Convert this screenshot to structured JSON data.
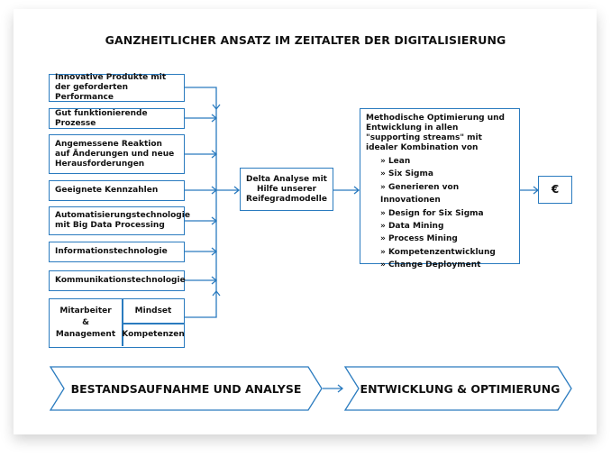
{
  "title": "GANZHEITLICHER ANSATZ IM ZEITALTER DER DIGITALISIERUNG",
  "inputs": [
    "Innovative Produkte mit der geforderten Performance",
    "Gut funktionierende Prozesse",
    "Angemessene Reaktion auf Änderungen und neue Herausforderungen",
    "Geeignete Kennzahlen",
    "Automatisierungstechnologie mit Big Data Processing",
    "Informationstechnologie",
    "Kommunikationstechnologie"
  ],
  "people_box": {
    "left": "Mitarbeiter & Management",
    "left_lines": [
      "Mitarbeiter",
      "&",
      "Management"
    ],
    "top_right": "Mindset",
    "bottom_right": "Kompetenzen"
  },
  "delta_box": "Delta Analyse mit Hilfe unserer Reifegradmodelle",
  "method_box": {
    "intro": "Methodische Optimierung und Entwicklung in allen \"supporting streams\" mit idealer Kombination von",
    "items": [
      "» Lean",
      "» Six Sigma",
      "» Generieren von Innovationen",
      "» Design for Six Sigma",
      "» Data Mining",
      "» Process Mining",
      "» Kompetenzentwicklung",
      "» Change Deployment"
    ]
  },
  "result_box": "€",
  "phases": [
    "BESTANDSAUFNAHME UND ANALYSE",
    "ENTWICKLUNG & OPTIMIERUNG"
  ],
  "colors": {
    "line": "#2a7bbf"
  }
}
